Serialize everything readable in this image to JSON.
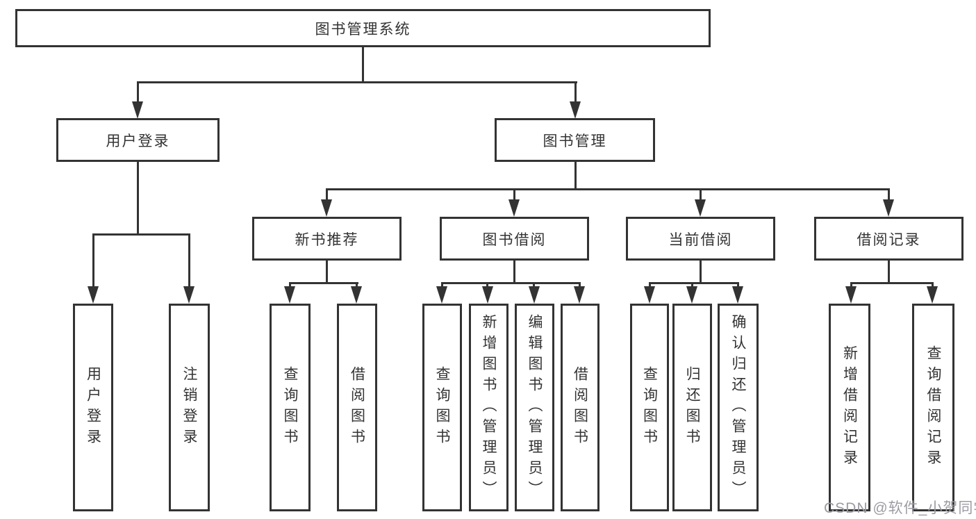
{
  "hierarchy": {
    "label": "图书管理系统",
    "children": [
      {
        "label": "用户登录",
        "children": [
          {
            "label": "用户登录"
          },
          {
            "label": "注销登录"
          }
        ]
      },
      {
        "label": "图书管理",
        "children": [
          {
            "label": "新书推荐",
            "children": [
              {
                "label": "查询图书"
              },
              {
                "label": "借阅图书"
              }
            ]
          },
          {
            "label": "图书借阅",
            "children": [
              {
                "label": "查询图书"
              },
              {
                "label": "新增图书（管理员）"
              },
              {
                "label": "编辑图书（管理员）"
              },
              {
                "label": "借阅图书"
              }
            ]
          },
          {
            "label": "当前借阅",
            "children": [
              {
                "label": "查询图书"
              },
              {
                "label": "归还图书"
              },
              {
                "label": "确认归还（管理员）"
              }
            ]
          },
          {
            "label": "借阅记录",
            "children": [
              {
                "label": "新增借阅记录"
              },
              {
                "label": "查询借阅记录"
              }
            ]
          }
        ]
      }
    ]
  },
  "watermark": {
    "text": "CSDN @软件_小贺同学",
    "color": "#9b9ba3"
  },
  "colors": {
    "line": "#333333",
    "text": "#333333",
    "background": "#ffffff"
  }
}
